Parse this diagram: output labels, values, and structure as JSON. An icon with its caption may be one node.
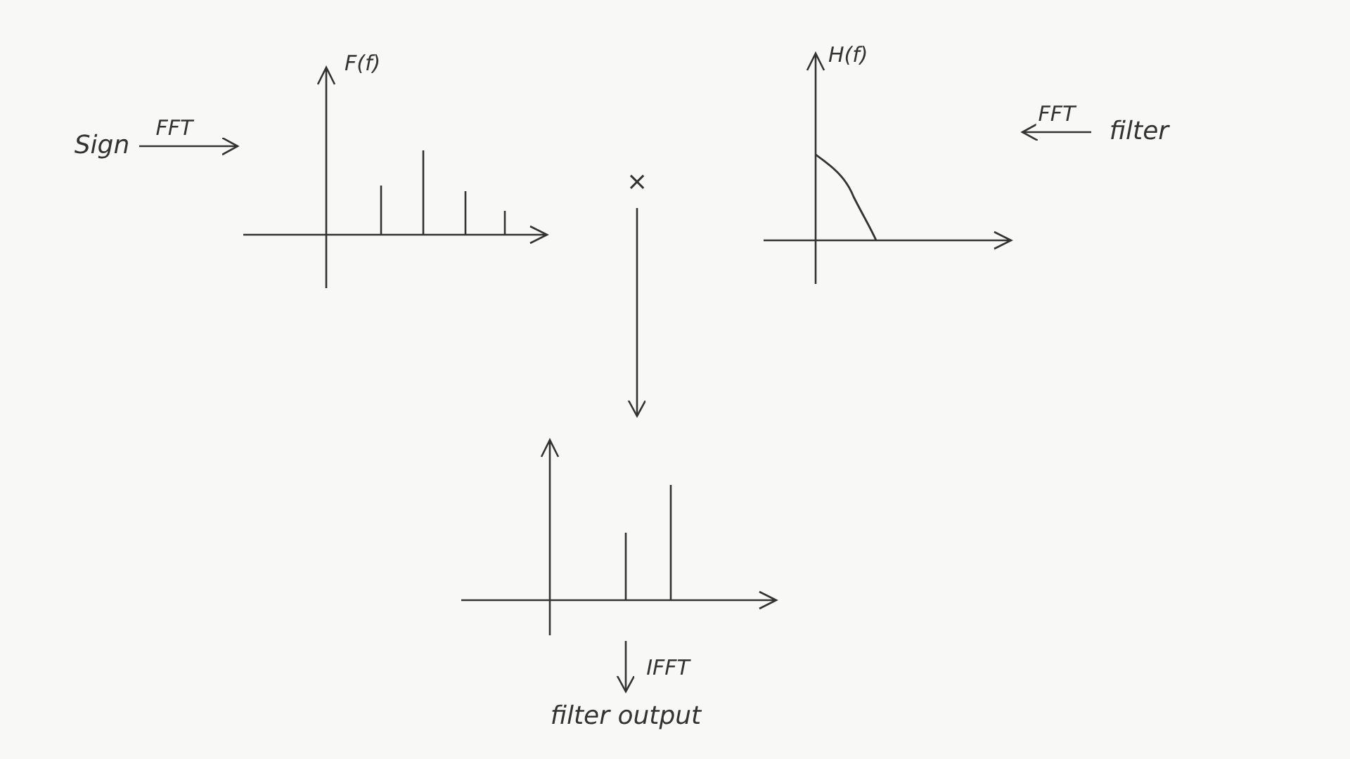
{
  "diagram": {
    "nodes": [
      {
        "text": [
          "Sign"
        ]
      },
      {
        "text": [
          "F(f)"
        ]
      },
      {
        "text": [
          "×"
        ]
      },
      {
        "text": [
          "H(f)"
        ]
      },
      {
        "text": [
          "filter"
        ]
      },
      {
        "text": [],
        "shape": "picture"
      },
      {
        "text": [
          "filter output"
        ]
      }
    ],
    "edges": [
      {
        "from": 0,
        "to": 1,
        "arrow": "to",
        "label": "FFT"
      },
      {
        "from": 4,
        "to": 3,
        "arrow": "to",
        "label": "FFT"
      },
      {
        "from": 2,
        "to": 5,
        "arrow": "to"
      },
      {
        "from": 5,
        "to": 6,
        "arrow": "to",
        "label": "IFFT"
      }
    ]
  }
}
